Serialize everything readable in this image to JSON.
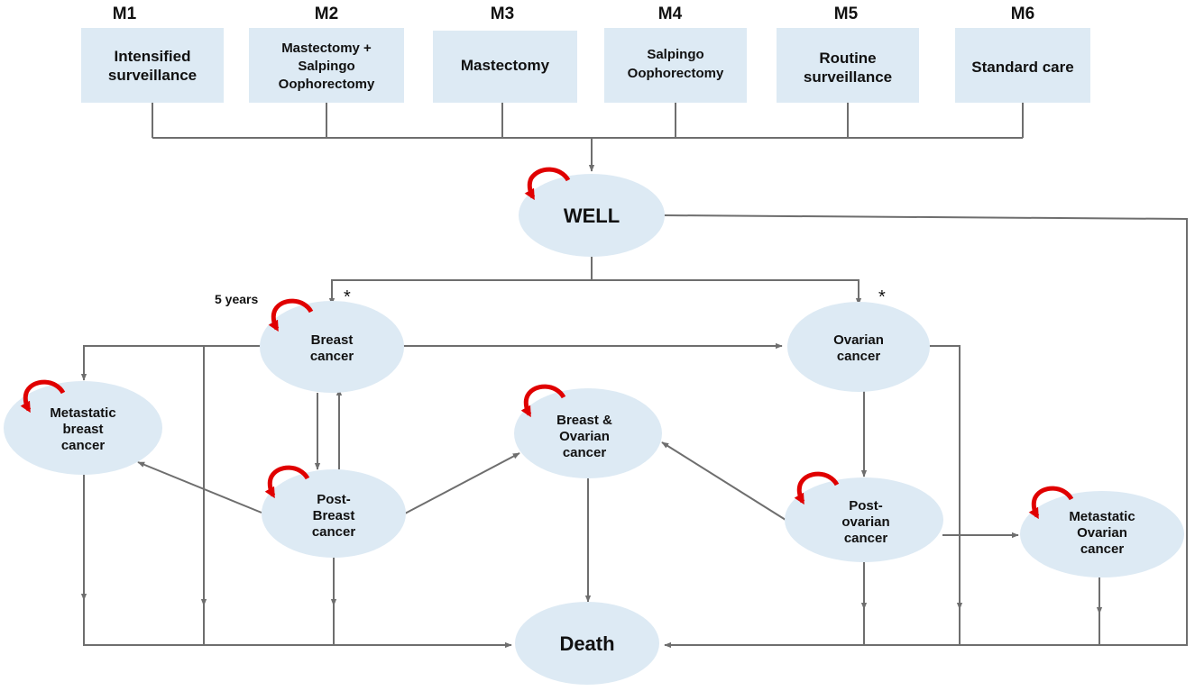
{
  "strategies": [
    {
      "code": "M1",
      "label_lines": [
        "Intensified",
        "surveillance"
      ]
    },
    {
      "code": "M2",
      "label_lines": [
        "Mastectomy +",
        "Salpingo",
        "Oophorectomy"
      ]
    },
    {
      "code": "M3",
      "label_lines": [
        "Mastectomy"
      ]
    },
    {
      "code": "M4",
      "label_lines": [
        "Salpingo",
        "Oophorectomy"
      ]
    },
    {
      "code": "M5",
      "label_lines": [
        "Routine",
        "surveillance"
      ]
    },
    {
      "code": "M6",
      "label_lines": [
        "Standard care"
      ]
    }
  ],
  "states": {
    "well": {
      "label_lines": [
        "WELL"
      ]
    },
    "breast_cancer": {
      "label_lines": [
        "Breast",
        "cancer"
      ]
    },
    "ovarian_cancer": {
      "label_lines": [
        "Ovarian",
        "cancer"
      ]
    },
    "metastatic_breast_cancer": {
      "label_lines": [
        "Metastatic",
        "breast",
        "cancer"
      ]
    },
    "breast_ovarian_cancer": {
      "label_lines": [
        "Breast &",
        "Ovarian",
        "cancer"
      ]
    },
    "post_breast_cancer": {
      "label_lines": [
        "Post-",
        "Breast",
        "cancer"
      ]
    },
    "post_ovarian_cancer": {
      "label_lines": [
        "Post-",
        "ovarian",
        "cancer"
      ]
    },
    "metastatic_ovarian_cancer": {
      "label_lines": [
        "Metastatic",
        "Ovarian",
        "cancer"
      ]
    },
    "death": {
      "label_lines": [
        "Death"
      ]
    }
  },
  "annotations": {
    "five_years": "5 years",
    "star_breast": "*",
    "star_ovarian": "*"
  },
  "colors": {
    "box_fill": "#ddeaf4",
    "node_fill": "#ddeaf4",
    "edge": "#6e6e6e",
    "self_loop": "#e00000"
  }
}
